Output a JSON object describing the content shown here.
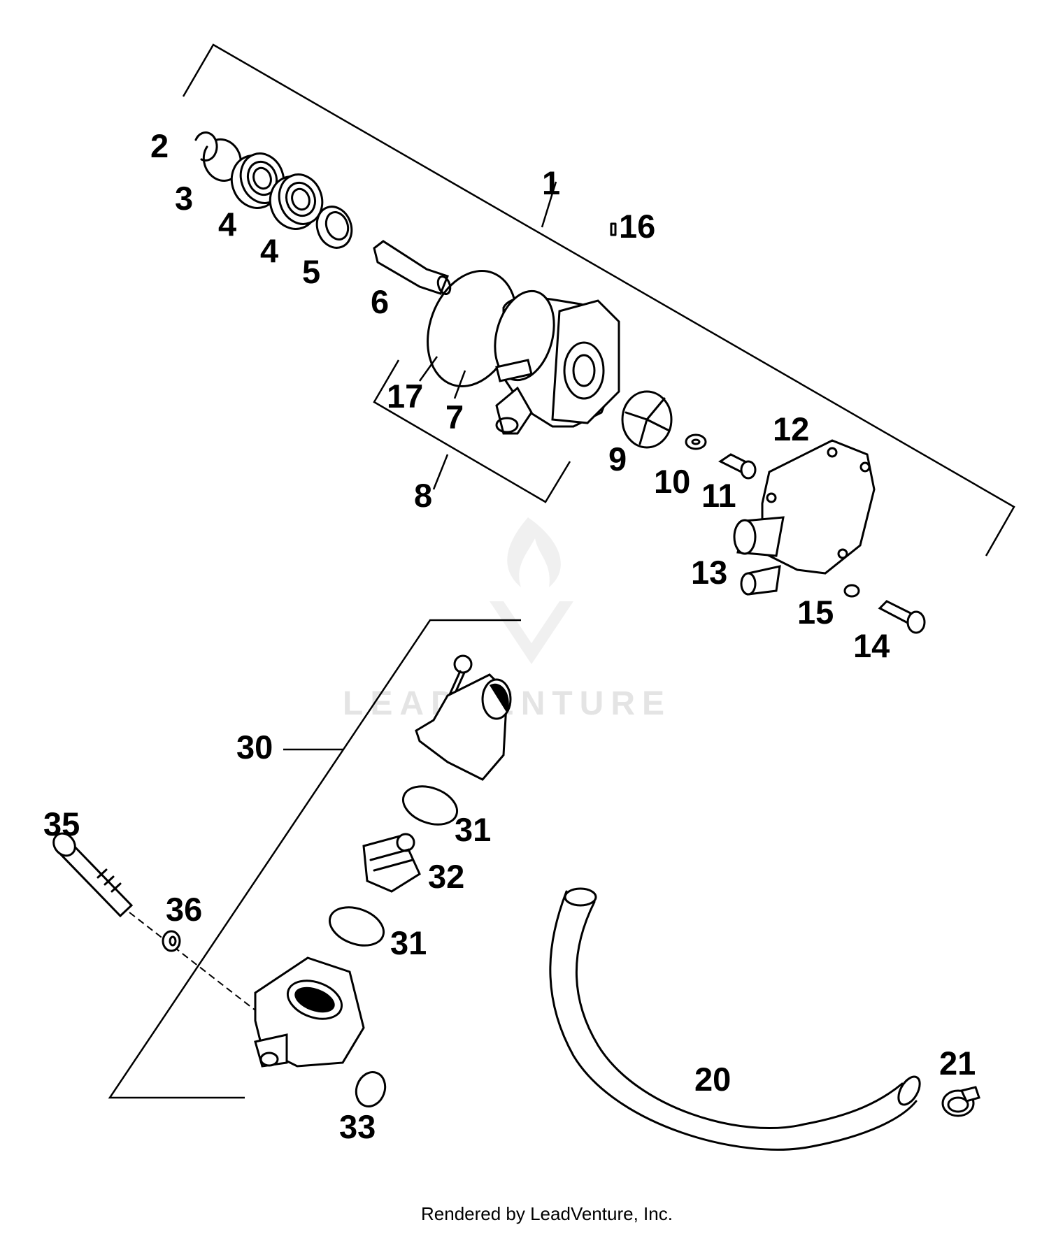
{
  "diagram": {
    "labels": {
      "l1": "1",
      "l2": "2",
      "l3": "3",
      "l4a": "4",
      "l4b": "4",
      "l5": "5",
      "l6": "6",
      "l7": "7",
      "l8": "8",
      "l9": "9",
      "l10": "10",
      "l11": "11",
      "l12": "12",
      "l13": "13",
      "l14": "14",
      "l15": "15",
      "l16": "16",
      "l17": "17",
      "l20": "20",
      "l21": "21",
      "l30": "30",
      "l31a": "31",
      "l31b": "31",
      "l32": "32",
      "l33": "33",
      "l35": "35",
      "l36": "36"
    },
    "watermark": "LEADVENTURE",
    "footer": "Rendered by LeadVenture, Inc."
  },
  "icons": {
    "watermark_logo": "leadventure-flame-logo"
  }
}
